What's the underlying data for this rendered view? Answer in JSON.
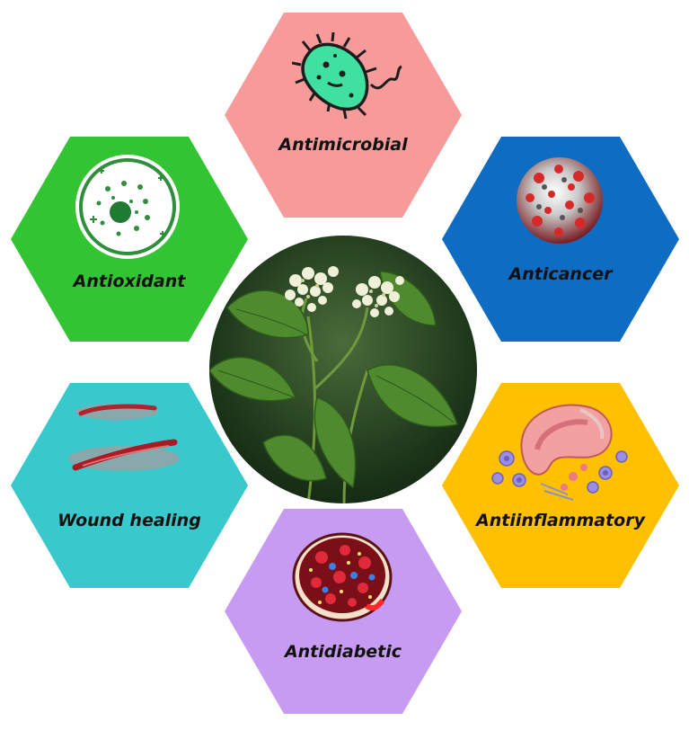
{
  "properties": [
    {
      "label": "Antimicrobial",
      "color": "#F79A9A",
      "icon": "bacterium-icon"
    },
    {
      "label": "Anticancer",
      "color": "#0E6CC2",
      "icon": "cancer-cell-icon"
    },
    {
      "label": "Antiinflammatory",
      "color": "#FFC000",
      "icon": "inflamed-tissue-icon"
    },
    {
      "label": "Antidiabetic",
      "color": "#C79BF2",
      "icon": "blood-vessel-icon"
    },
    {
      "label": "Wound healing",
      "color": "#39C9CC",
      "icon": "wound-icon"
    },
    {
      "label": "Antioxidant",
      "color": "#33C433",
      "icon": "cell-icon"
    }
  ],
  "center": {
    "image": "flowering-plant-photo"
  }
}
